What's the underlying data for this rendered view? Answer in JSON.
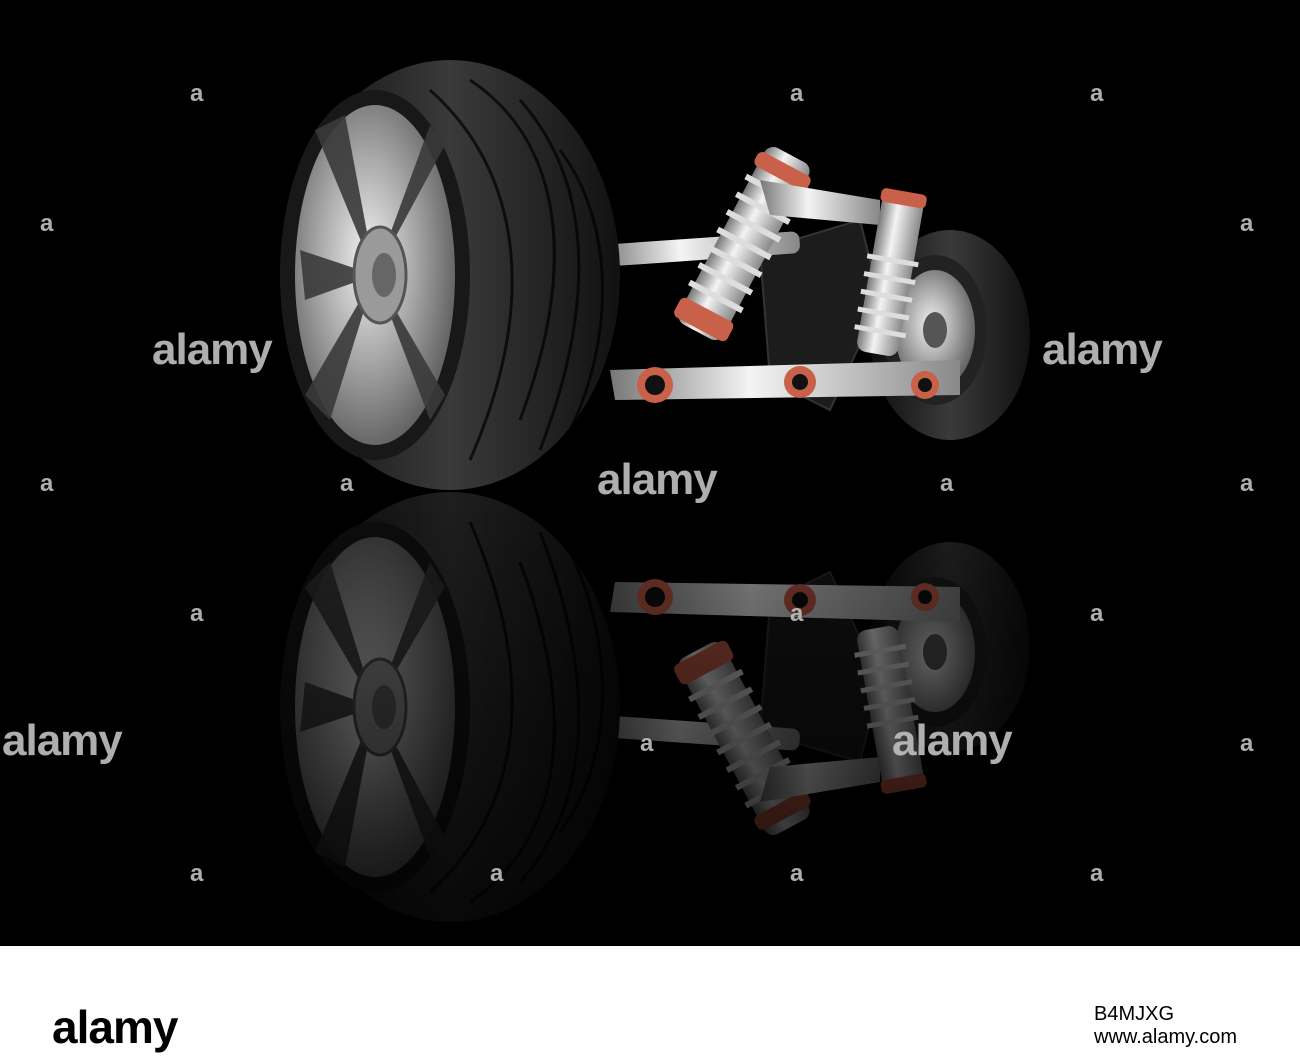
{
  "watermark": {
    "word": "alamy",
    "small": "a"
  },
  "footer": {
    "logo": "alamy",
    "image_id": "B4MJXG",
    "url": "www.alamy.com"
  },
  "colors": {
    "background": "#000000",
    "tire": "#1e1e1e",
    "chrome": "#c9c9c9",
    "accent": "#c8604a"
  }
}
